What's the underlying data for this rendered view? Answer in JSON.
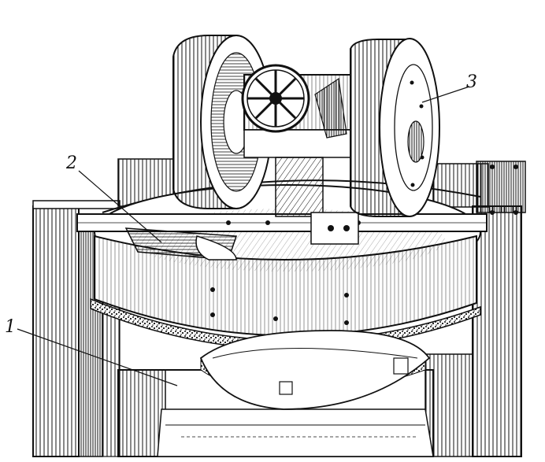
{
  "figure": {
    "callouts": [
      {
        "id": "1",
        "label": "1"
      },
      {
        "id": "2",
        "label": "2"
      },
      {
        "id": "3",
        "label": "3"
      }
    ]
  },
  "colors": {
    "ink": "#111111",
    "paper": "#ffffff",
    "shade": "#6d6d6d"
  }
}
